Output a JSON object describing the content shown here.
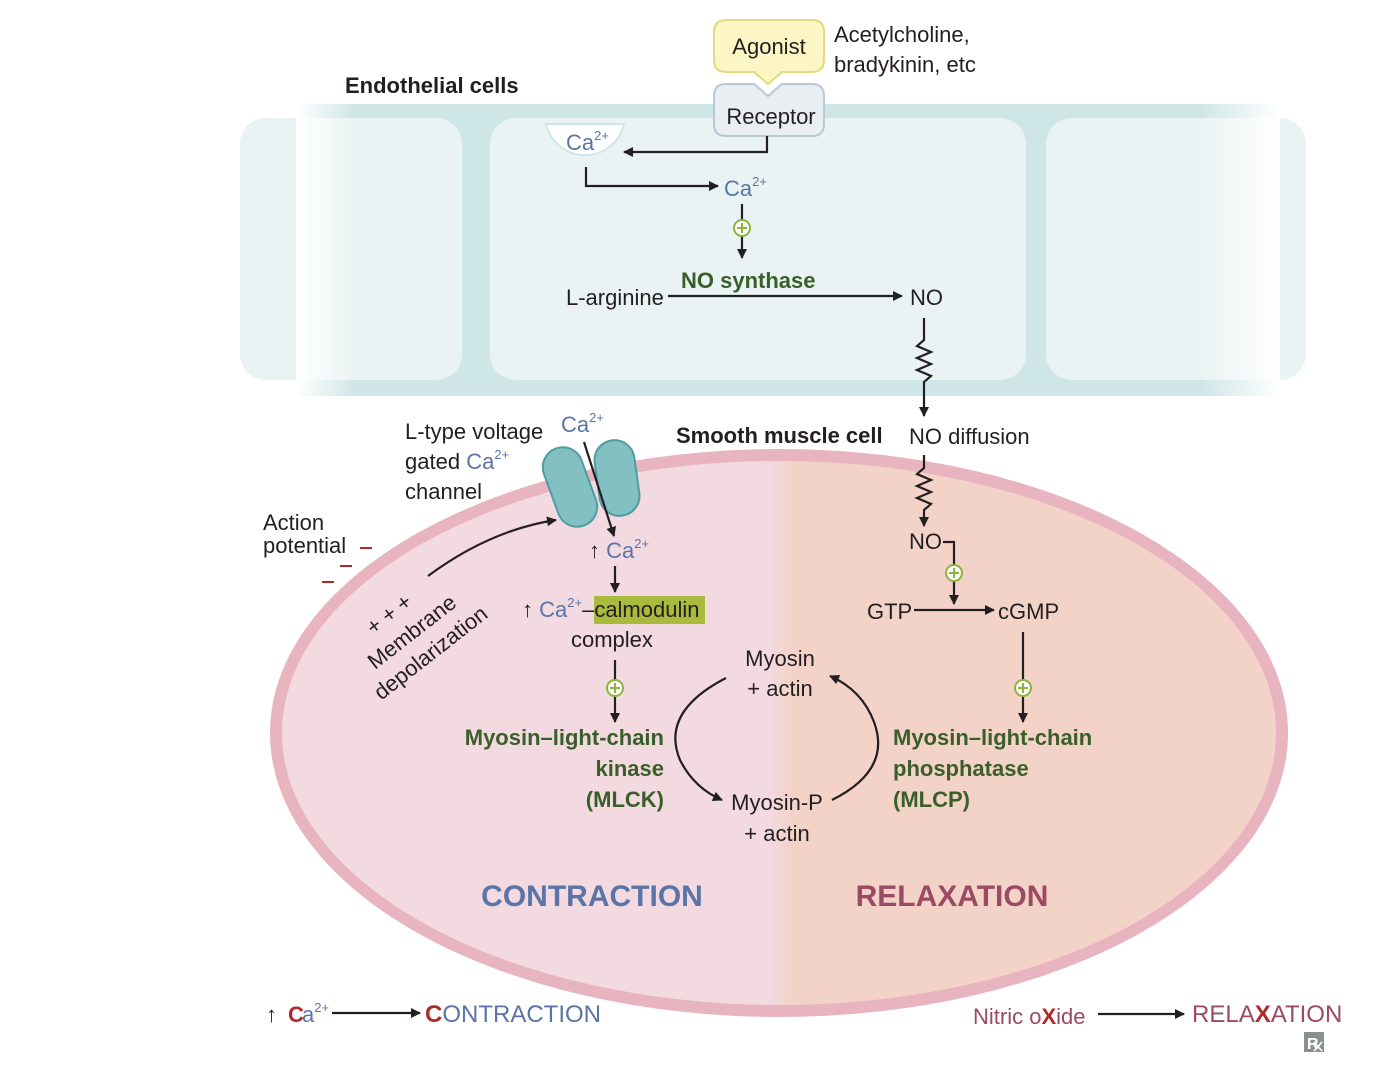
{
  "labels": {
    "agonist": "Agonist",
    "agonist_examples_1": "Acetylcholine,",
    "agonist_examples_2": "bradykinin, etc",
    "endothelial_cells": "Endothelial cells",
    "receptor": "Receptor",
    "ca": "Ca",
    "ca_charge": "2+",
    "no_synthase": "NO synthase",
    "l_arginine": "L-arginine",
    "no": "NO",
    "no_diffusion": "NO diffusion",
    "smooth_muscle_cell": "Smooth muscle cell",
    "l_type_1": "L-type voltage",
    "l_type_2": "gated",
    "l_type_3": "channel",
    "action_potential_1": "Action",
    "action_potential_2": "potential",
    "plus_signs": "+ + +",
    "membrane_1": "Membrane",
    "membrane_2": "depolarization",
    "up_arrow": "↑",
    "calmodulin": "–calmodulin",
    "complex": "complex",
    "mlck_1": "Myosin–light-chain",
    "mlck_2": "kinase",
    "mlck_3": "(MLCK)",
    "myosin_actin_1": "Myosin",
    "myosin_actin_2": "+ actin",
    "myosin_p_1": "Myosin-P",
    "myosin_p_2": "+ actin",
    "gtp": "GTP",
    "cgmp": "cGMP",
    "mlcp_1": "Myosin–light-chain",
    "mlcp_2": "phosphatase",
    "mlcp_3": "(MLCP)",
    "contraction": "CONTRACTION",
    "relaxation": "RELAXATION",
    "mnemonic_left_result_rest": "ONTRACTION",
    "mnemonic_left_result_first": "C",
    "mnemonic_right_1": "Nitric o",
    "mnemonic_right_x": "X",
    "mnemonic_right_2": "ide",
    "mnemonic_right_result_1": "RELA",
    "mnemonic_right_result_2": "ATION",
    "rx": "R"
  },
  "colors": {
    "membrane_teal": "#cfe6e6",
    "cell_interior": "#eaf3f3",
    "muscle_outer": "#e8b4c0",
    "contraction_bg": "#f3d9e0",
    "relaxation_bg": "#f3d3c8",
    "channel_teal": "#82c0c2",
    "calmodulin_highlight": "#a9bb3c",
    "contraction_blue": "#5b74a8",
    "relaxation_maroon": "#9a4a62",
    "mnemonic_red": "#b02a2a",
    "enzyme_green": "#3a5e2a",
    "plus_circle": "#8bb33a"
  }
}
